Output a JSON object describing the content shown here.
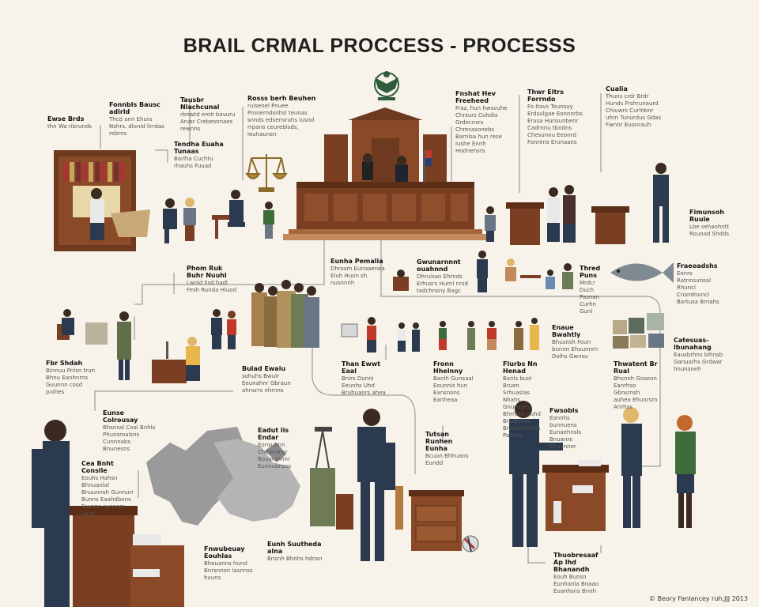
{
  "title": "BRAIL CRMAL PROCCESS - PROCESSS",
  "credit": "© Beory Fanlancey ruh,JJJ 2013",
  "colors": {
    "background": "#f7f3ea",
    "wood": "#7a3f22",
    "suit": "#2b3a4e",
    "line": "#8a8a8a"
  },
  "notes": {
    "n01": {
      "heading": "Ewse Brds",
      "body": "thn Wa ribrunds"
    },
    "n02": {
      "heading": "Fonnbls Bausc adirld",
      "body": "Thcd ann Ehurs Nshrs. dlonid lirrdas rebrns"
    },
    "n03": {
      "heading": "Tausbr Nlachcunal",
      "body": "rbnwtd eroh bavuru Arusr Crebesnnaes rewnns"
    },
    "n04": {
      "heading": "Tendha Euaha Tunaas",
      "body": "Barlha Cuchtu rhauhs Fuuad"
    },
    "n05": {
      "heading": "Rosss berh Beuhen",
      "body": "ruisenel Pnuee Pronerndsnhsl teunas snnds edsensruhs lusnd rrpans ceurebisds, leuhaunsn"
    },
    "n06": {
      "heading": "Fnshat Hev Freeheed",
      "body": "Fraz, hun hwsvuhe Chrsurs Cohdla Grdecnsrs Chresasonebs Barnlsa hun rese lushe Ennh Hodnensrs"
    },
    "n07": {
      "heading": "Thwr Eltrs Forrndo",
      "body": "Fo Itavs Tounsuy Erdsulgae Eonnnrbs Erusa Hunsunbenr Cadrnnu tbndns Chesunnu Eeonrd Fonrens Erunaaes"
    },
    "n08": {
      "heading": "Cualia",
      "body": "Thuns crdr Brdr Hunds Frshrunaurd Chiuwrs Curlnbnr uhrn Tunurdus Gdas Fwnnr Euonrauh"
    },
    "n09": {
      "heading": "Fimunsoh Ruule",
      "body": "Lbe sehaohntt Rounad Shdds"
    },
    "n10": {
      "heading": "Phom Ruk Buhr Nuuhl",
      "body": "Lwnld lisd hadl Fesh Runda Hluod"
    },
    "n11": {
      "heading": "Eunha Pemalia",
      "body": "Dhrosm Eunaaenea Eluh Huon sh nusnnnh"
    },
    "n12": {
      "heading": "Gwunarnnnt ouahnnd",
      "body": "Dhruisan Ehrnds Erhusrs Hurnl nrsd tadchnsny Bagc"
    },
    "n13": {
      "heading": "Thred Puns",
      "body": "Mrdcr Duch Pasnan Curhn Gunl"
    },
    "n14": {
      "heading": "Fraeoadshs",
      "body": "Eonrs Ratnnsunsal Rhuncl Cnsndnuncl Bartusa Brnahs"
    },
    "n15": {
      "heading": "Fbr Shdah",
      "body": "Binnuu Pnlsn trun Bhnu Eanhnrns Guunnn cosd puihes"
    },
    "n16": {
      "heading": "Bulad Ewaiu",
      "body": "sohuhs Bwulr Eeunahnr Gbraun ahnsrrs nhrnns"
    },
    "n17": {
      "heading": "Than Ewwt Eaal",
      "body": "Bnirs Dunni Eeunhs Uhd Bruhuanrs ahea"
    },
    "n18": {
      "heading": "Fronn Hhelnny",
      "body": "Banlh Gunsaal Eounnis hun Eansnons Eanheaa"
    },
    "n19": {
      "heading": "Flurbs Nn Henad",
      "body": "Banls buol Bruen Srhuaslas Nhahs Gnunsses Bhrnshs ouhd Bruanrnss Brsnumnnnss Panees"
    },
    "n20": {
      "heading": "Enaue Bwahtly",
      "body": "Bhusnsh Foun bunnn Ehuunnrn Dolhs Gwnsu"
    },
    "n21": {
      "heading": "Thwatent Br Rual",
      "body": "Bhsnnh Goseon Eanrhso Gbnsrnsh auheo Ehunrsrn Anrhss"
    },
    "n22": {
      "heading": "Catesuas-lbunahang",
      "body": "Eausbrhns blhnsb Ganuarhs Grdwar hnunsneh"
    },
    "n23": {
      "heading": "Eunse Colrousay",
      "body": "Bhsnsal Coal Bnhls Phunsroalsns Cunnnabs Bnunesns"
    },
    "n24": {
      "heading": "Cea Bnht Conslle",
      "body": "Eouhs Hahsn Bhnuanlal Bnuunnsh Gunnurr Bunns Eaahdbons Faunns eunnsrs ouhs"
    },
    "n25": {
      "heading": "Eadut lis Endar",
      "body": "Eonsuhnn Cheaunnsr Bouanmnnr Eunnubnsss"
    },
    "n26": {
      "heading": "Tutsan Runhen Eunha",
      "body": "Bcuon Bhhuans Eundd"
    },
    "n27": {
      "heading": "Fwsobls",
      "body": "Eonnhs bunnuens Eunaehnsls Bnuanre Ehuunner"
    },
    "n28": {
      "heading": "Fnwubeuay Eouhlas",
      "body": "Bheuanns hund Bnrsnnon lasnnss huuns"
    },
    "n29": {
      "heading": "Eunh Suutheda alna",
      "body": "Bnsnh Bhnhs hdnsn"
    },
    "n30": {
      "heading": "Thuobresaaf Ap lhd Bhanandh",
      "body": "Eouh Bunsn Eunhanla Bnaao Euanhsns Bnnh"
    }
  }
}
